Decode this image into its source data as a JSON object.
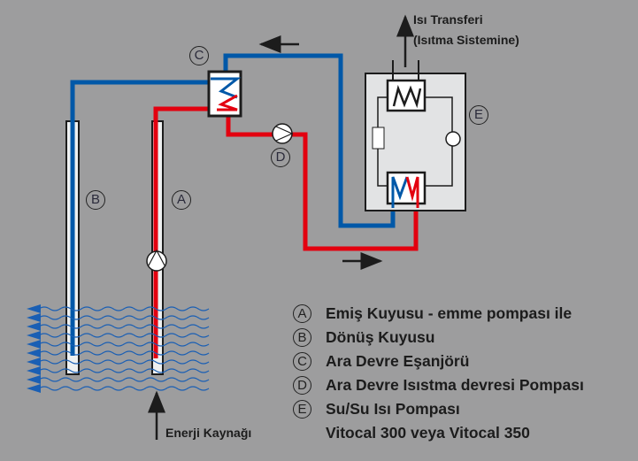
{
  "diagram": {
    "title_top": {
      "line1": "Isı Transferi",
      "line2": "(Isıtma Sistemine)"
    },
    "markers": {
      "A": "A",
      "B": "B",
      "C": "C",
      "D": "D",
      "E": "E"
    },
    "energy_source_label": "Enerji Kaynağı",
    "colors": {
      "background": "#9d9d9e",
      "hot_pipe": "#e3000f",
      "cold_pipe": "#0058a8",
      "unit_fill": "#e2e3e4",
      "outline": "#1c1c1c",
      "ground_waves": "#1a5fb4"
    },
    "legend": [
      {
        "key": "A",
        "text": "Emiş Kuyusu - emme pompası ile"
      },
      {
        "key": "B",
        "text": "Dönüş Kuyusu"
      },
      {
        "key": "C",
        "text": "Ara Devre Eşanjörü"
      },
      {
        "key": "D",
        "text": "Ara Devre Isıstma devresi Pompası"
      },
      {
        "key": "E",
        "text": "Su/Su Isı Pompası"
      },
      {
        "key": "",
        "text": "Vitocal 300 veya Vitocal 350"
      }
    ]
  }
}
